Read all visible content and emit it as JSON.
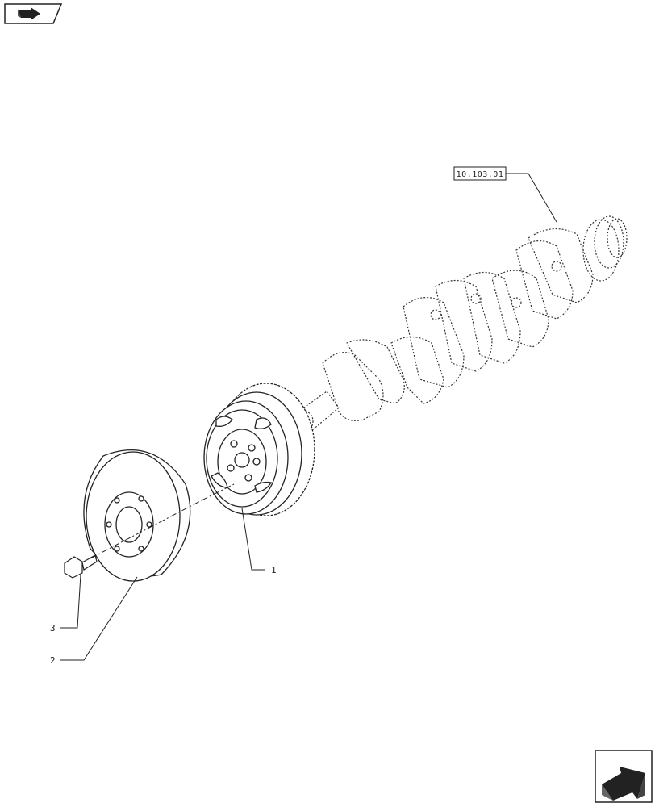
{
  "diagram": {
    "reference_label": "10.103.01",
    "callouts": [
      {
        "id": "1",
        "text": "1",
        "part": "flywheel-ring-pulley"
      },
      {
        "id": "2",
        "text": "2",
        "part": "vibration-damper"
      },
      {
        "id": "3",
        "text": "3",
        "part": "bolt"
      }
    ]
  },
  "icons": {
    "top_left": "previous-page-arrow-icon",
    "bottom_right": "next-page-arrow-icon"
  },
  "colors": {
    "line": "#222222",
    "background": "#ffffff"
  }
}
